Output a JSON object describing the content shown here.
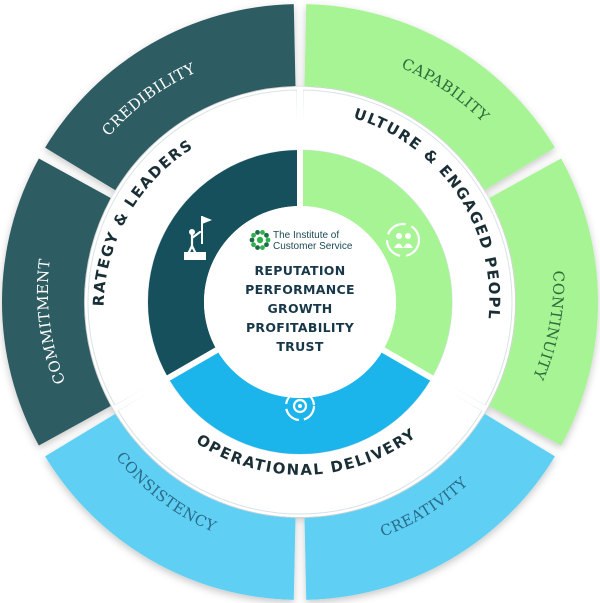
{
  "outer_ring": [
    {
      "label": "CREDIBILITY",
      "color": "#2d5b64",
      "text_color": "#ffffff"
    },
    {
      "label": "CAPABILITY",
      "color": "#a6f494",
      "text_color": "#2d6a3a"
    },
    {
      "label": "CONTINUITY",
      "color": "#a6f494",
      "text_color": "#2d6a3a"
    },
    {
      "label": "CREATIVITY",
      "color": "#5ed0f3",
      "text_color": "#2a6a8a"
    },
    {
      "label": "CONSISTENCY",
      "color": "#5ed0f3",
      "text_color": "#2a6a8a"
    },
    {
      "label": "COMMITMENT",
      "color": "#2d5b64",
      "text_color": "#ffffff"
    }
  ],
  "pillars": [
    {
      "label": "STRATEGY & LEADERSHIP",
      "color": "#15505c",
      "icon": "flag-climber-icon"
    },
    {
      "label": "CULTURE & ENGAGED PEOPLE",
      "color": "#a6f494",
      "icon": "people-cycle-icon"
    },
    {
      "label": "OPERATIONAL DELIVERY",
      "color": "#1bb5ec",
      "icon": "gear-cycle-icon"
    }
  ],
  "hub": {
    "logo_line1": "The Institute of",
    "logo_line2": "Customer Service",
    "logo_color": "#2eb34a",
    "lines": [
      "REPUTATION",
      "PERFORMANCE",
      "GROWTH",
      "PROFITABILITY",
      "TRUST"
    ]
  }
}
